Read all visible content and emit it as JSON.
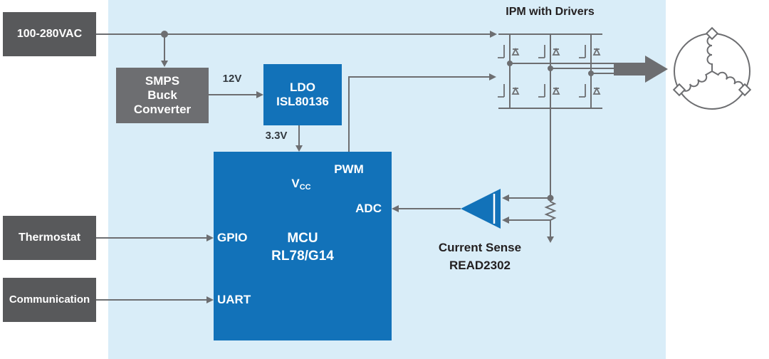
{
  "diagram": {
    "blocks": {
      "ac_input": {
        "label": "100-280VAC"
      },
      "smps": {
        "label": "SMPS\nBuck\nConverter"
      },
      "ldo": {
        "label": "LDO\nISL80136"
      },
      "mcu": {
        "label": "MCU\nRL78/G14"
      },
      "thermostat": {
        "label": "Thermostat"
      },
      "communication": {
        "label": "Communication"
      }
    },
    "mcu_ports": {
      "vcc_main": "V",
      "vcc_sub": "CC",
      "pwm": "PWM",
      "adc": "ADC",
      "gpio": "GPIO",
      "uart": "UART"
    },
    "wire_labels": {
      "v12": "12V",
      "v3_3": "3.3V"
    },
    "annotations": {
      "ipm_title": "IPM with Drivers",
      "current_sense": "Current Sense\nREAD2302"
    },
    "colors": {
      "accent_blue": "#1272b9",
      "block_dark_gray": "#58595b",
      "block_mid_gray": "#6d6e71",
      "panel_background": "#d9edf8",
      "wire_gray": "#6d6e71",
      "label_ink": "#231f20"
    }
  }
}
